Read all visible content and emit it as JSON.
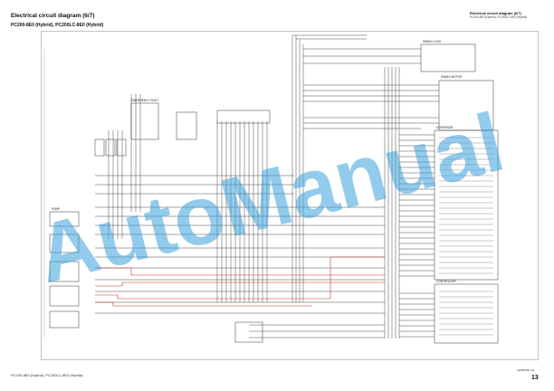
{
  "header": {
    "title": "Electrical circuit diagram (6/7)",
    "subtitle": "PC200-8E0 (Hybrid), PC200LC-8E0 (Hybrid)",
    "right_title": "Electrical circuit diagram (6/7)",
    "right_subtitle": "PC200-8E0 (Hybrid), PC200LC-8E0 (Hybrid)"
  },
  "footer": {
    "model": "PC200-8E0 (Hybrid), PC200LC-8E0 (Hybrid)",
    "doc_code": "GEN00397-01",
    "page": "13"
  },
  "watermark": {
    "text": "AutoManual",
    "color": "#3aa0dd"
  },
  "diagram_labels": {
    "emergency": "EMERGENCY SHUT",
    "swing_motor": "SWING MOTOR",
    "governor": "GOVERNOR",
    "controller": "CONTROLLER",
    "swing_lock": "SWING LOCK",
    "pump": "PUMP"
  },
  "colors": {
    "wire": "#333333",
    "red_wire": "#c0392b",
    "frame": "#999999"
  }
}
